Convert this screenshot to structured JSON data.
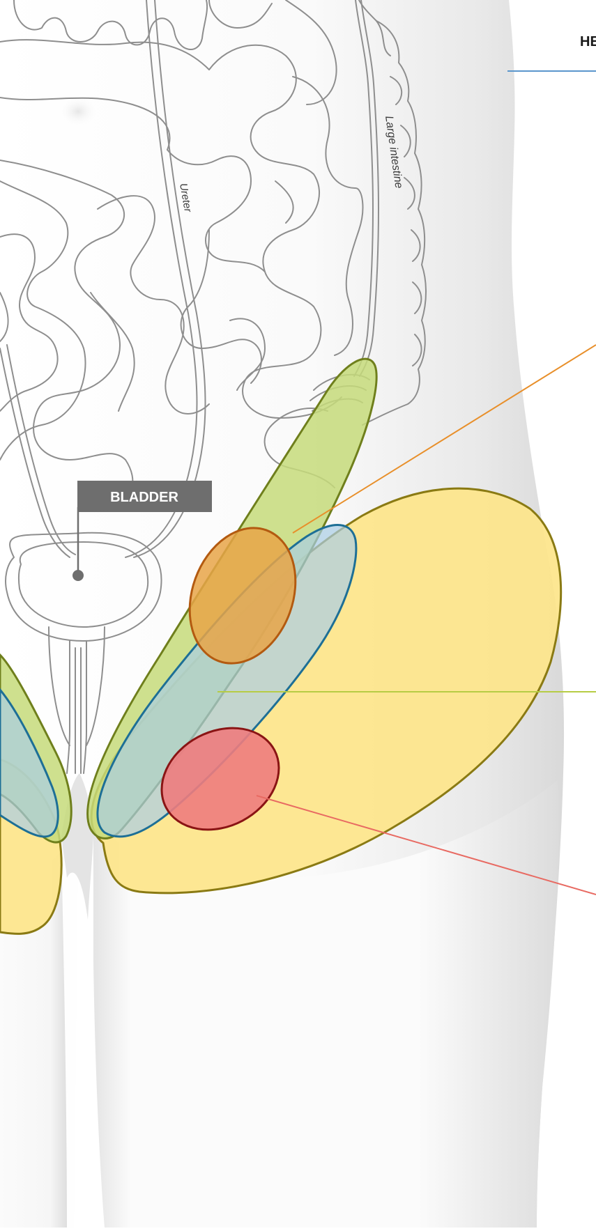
{
  "labels": {
    "bladder": "BLADDER",
    "ureter": "Ureter",
    "large_intestine": "Large intestine",
    "header_partial": "HE"
  },
  "colors": {
    "skin_light": "#f7f7f7",
    "skin_shadow": "#dedede",
    "organ_outline": "#8e8e8e",
    "bladder_box": "#6e6e6e",
    "bladder_text": "#ffffff",
    "header_line": "#5a96cc",
    "green_region": "#c6da7a",
    "green_outline": "#6f7f1c",
    "blue_region": "#a9cde6",
    "blue_outline": "#1d6f96",
    "yellow_region": "#fde58a",
    "yellow_outline": "#8a7a13",
    "orange_region": "#e8a548",
    "orange_outline": "#b35a10",
    "red_region": "#ee7c7e",
    "red_outline": "#8a1414",
    "orange_line": "#e88f2a",
    "green_line": "#b6cc44",
    "red_line": "#e86a62"
  }
}
